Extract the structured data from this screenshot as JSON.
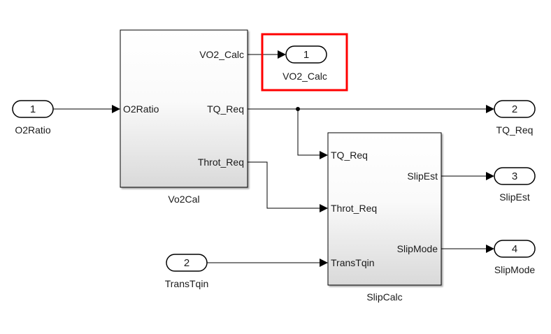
{
  "subsystems": {
    "vo2cal": {
      "name": "Vo2Cal",
      "inputs": [
        "O2Ratio"
      ],
      "outputs": [
        "VO2_Calc",
        "TQ_Req",
        "Throt_Req"
      ]
    },
    "slipcalc": {
      "name": "SlipCalc",
      "inputs": [
        "TQ_Req",
        "Throt_Req",
        "TransTqin"
      ],
      "outputs": [
        "SlipEst",
        "SlipMode"
      ]
    }
  },
  "inports": [
    {
      "number": "1",
      "name": "O2Ratio"
    },
    {
      "number": "2",
      "name": "TransTqin"
    }
  ],
  "outports": [
    {
      "number": "1",
      "name": "VO2_Calc",
      "highlighted": true
    },
    {
      "number": "2",
      "name": "TQ_Req"
    },
    {
      "number": "3",
      "name": "SlipEst"
    },
    {
      "number": "4",
      "name": "SlipMode"
    }
  ],
  "colors": {
    "highlight": "#ff0000",
    "line": "#000000",
    "block_top": "#ffffff",
    "block_bottom": "#d8d8d8"
  }
}
